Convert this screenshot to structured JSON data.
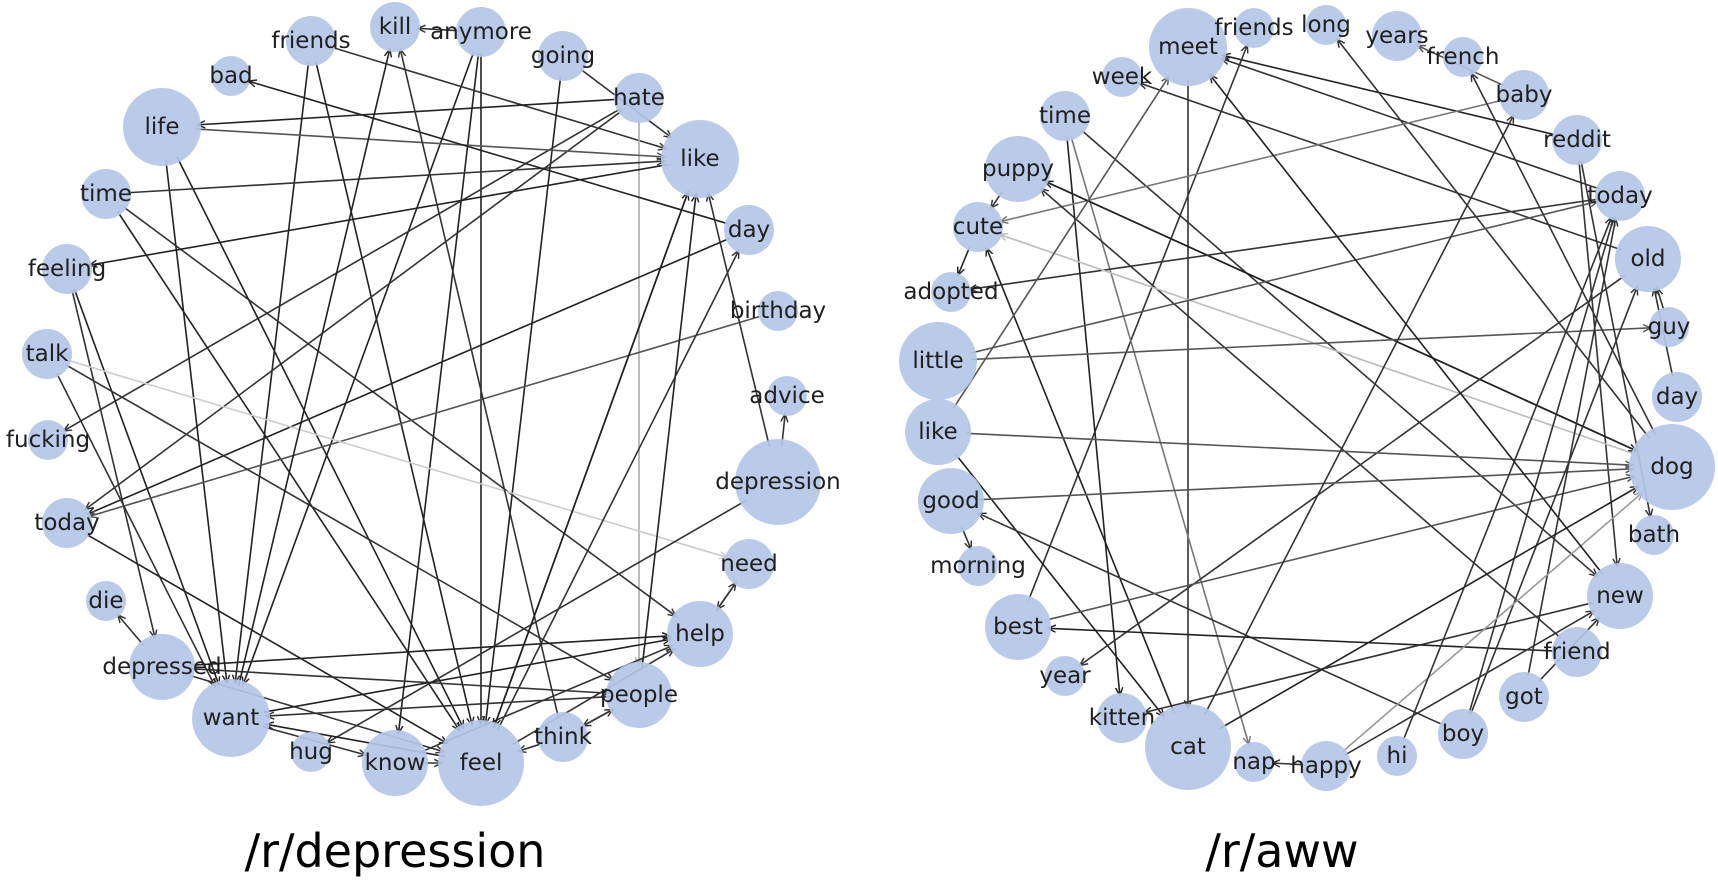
{
  "panels": [
    {
      "id": "depression",
      "title": "/r/depression",
      "nodes": [
        {
          "id": "friends",
          "label": "friends",
          "size": "s"
        },
        {
          "id": "kill",
          "label": "kill",
          "size": "s"
        },
        {
          "id": "anymore",
          "label": "anymore",
          "size": "s"
        },
        {
          "id": "going",
          "label": "going",
          "size": "s"
        },
        {
          "id": "bad",
          "label": "bad",
          "size": "xs"
        },
        {
          "id": "hate",
          "label": "hate",
          "size": "s"
        },
        {
          "id": "life",
          "label": "life",
          "size": "l"
        },
        {
          "id": "like",
          "label": "like",
          "size": "l"
        },
        {
          "id": "time",
          "label": "time",
          "size": "s"
        },
        {
          "id": "day",
          "label": "day",
          "size": "s"
        },
        {
          "id": "feeling",
          "label": "feeling",
          "size": "s"
        },
        {
          "id": "birthday",
          "label": "birthday",
          "size": "xs"
        },
        {
          "id": "talk",
          "label": "talk",
          "size": "s"
        },
        {
          "id": "advice",
          "label": "advice",
          "size": "xs"
        },
        {
          "id": "fucking",
          "label": "fucking",
          "size": "xs"
        },
        {
          "id": "depression",
          "label": "depression",
          "size": "xl"
        },
        {
          "id": "today",
          "label": "today",
          "size": "s"
        },
        {
          "id": "need",
          "label": "need",
          "size": "s"
        },
        {
          "id": "die",
          "label": "die",
          "size": "xs"
        },
        {
          "id": "help",
          "label": "help",
          "size": "m"
        },
        {
          "id": "depressed",
          "label": "depressed",
          "size": "m"
        },
        {
          "id": "people",
          "label": "people",
          "size": "m"
        },
        {
          "id": "want",
          "label": "want",
          "size": "l"
        },
        {
          "id": "think",
          "label": "think",
          "size": "s"
        },
        {
          "id": "hug",
          "label": "hug",
          "size": "xs"
        },
        {
          "id": "know",
          "label": "know",
          "size": "m"
        },
        {
          "id": "feel",
          "label": "feel",
          "size": "xl"
        }
      ],
      "edges": [
        {
          "from": "anymore",
          "to": "kill",
          "shade": "#333333"
        },
        {
          "from": "anymore",
          "to": "want",
          "shade": "#222222"
        },
        {
          "from": "anymore",
          "to": "feel",
          "shade": "#222222"
        },
        {
          "from": "anymore",
          "to": "know",
          "shade": "#222222"
        },
        {
          "from": "friends",
          "to": "like",
          "shade": "#333333"
        },
        {
          "from": "friends",
          "to": "feel",
          "shade": "#222222"
        },
        {
          "from": "friends",
          "to": "want",
          "shade": "#222222"
        },
        {
          "from": "going",
          "to": "feel",
          "shade": "#222222"
        },
        {
          "from": "going",
          "to": "like",
          "shade": "#333333"
        },
        {
          "from": "hate",
          "to": "life",
          "shade": "#222222"
        },
        {
          "from": "hate",
          "to": "today",
          "shade": "#333333"
        },
        {
          "from": "hate",
          "to": "fucking",
          "shade": "#333333"
        },
        {
          "from": "hate",
          "to": "people",
          "shade": "#aaaaaa"
        },
        {
          "from": "life",
          "to": "like",
          "shade": "#555555"
        },
        {
          "from": "life",
          "to": "want",
          "shade": "#222222"
        },
        {
          "from": "life",
          "to": "feel",
          "shade": "#222222"
        },
        {
          "from": "time",
          "to": "like",
          "shade": "#333333"
        },
        {
          "from": "time",
          "to": "feel",
          "shade": "#222222"
        },
        {
          "from": "time",
          "to": "help",
          "shade": "#333333"
        },
        {
          "from": "like",
          "to": "feeling",
          "shade": "#222222"
        },
        {
          "from": "day",
          "to": "bad",
          "shade": "#222222"
        },
        {
          "from": "day",
          "to": "today",
          "shade": "#222222"
        },
        {
          "from": "feeling",
          "to": "want",
          "shade": "#222222"
        },
        {
          "from": "feeling",
          "to": "depressed",
          "shade": "#333333"
        },
        {
          "from": "birthday",
          "to": "today",
          "shade": "#555555"
        },
        {
          "from": "talk",
          "to": "need",
          "shade": "#cccccc"
        },
        {
          "from": "talk",
          "to": "want",
          "shade": "#333333"
        },
        {
          "from": "talk",
          "to": "people",
          "shade": "#333333"
        },
        {
          "from": "depression",
          "to": "advice",
          "shade": "#333333"
        },
        {
          "from": "depression",
          "to": "like",
          "shade": "#333333"
        },
        {
          "from": "depression",
          "to": "hug",
          "shade": "#333333"
        },
        {
          "from": "today",
          "to": "feel",
          "shade": "#222222"
        },
        {
          "from": "need",
          "to": "help",
          "shade": "#333333"
        },
        {
          "from": "help",
          "to": "need",
          "shade": "#333333"
        },
        {
          "from": "depressed",
          "to": "die",
          "shade": "#333333"
        },
        {
          "from": "depressed",
          "to": "help",
          "shade": "#222222"
        },
        {
          "from": "depressed",
          "to": "people",
          "shade": "#333333"
        },
        {
          "from": "depressed",
          "to": "feel",
          "shade": "#333333"
        },
        {
          "from": "people",
          "to": "like",
          "shade": "#222222"
        },
        {
          "from": "want",
          "to": "help",
          "shade": "#222222"
        },
        {
          "from": "want",
          "to": "kill",
          "shade": "#222222"
        },
        {
          "from": "want",
          "to": "know",
          "shade": "#333333"
        },
        {
          "from": "think",
          "to": "people",
          "shade": "#333333"
        },
        {
          "from": "think",
          "to": "kill",
          "shade": "#333333"
        },
        {
          "from": "people",
          "to": "think",
          "shade": "#333333"
        },
        {
          "from": "people",
          "to": "want",
          "shade": "#333333"
        },
        {
          "from": "know",
          "to": "feel",
          "shade": "#333333"
        },
        {
          "from": "know",
          "to": "help",
          "shade": "#333333"
        },
        {
          "from": "feel",
          "to": "like",
          "shade": "#222222"
        },
        {
          "from": "feel",
          "to": "want",
          "shade": "#222222"
        },
        {
          "from": "feel",
          "to": "day",
          "shade": "#333333"
        },
        {
          "from": "feel",
          "to": "help",
          "shade": "#333333"
        },
        {
          "from": "think",
          "to": "feel",
          "shade": "#333333"
        },
        {
          "from": "like",
          "to": "feel",
          "shade": "#222222"
        }
      ]
    },
    {
      "id": "aww",
      "title": "/r/aww",
      "nodes": [
        {
          "id": "meet",
          "label": "meet",
          "size": "l"
        },
        {
          "id": "friends",
          "label": "friends",
          "size": "xs"
        },
        {
          "id": "long",
          "label": "long",
          "size": "xs"
        },
        {
          "id": "years",
          "label": "years",
          "size": "s"
        },
        {
          "id": "french",
          "label": "french",
          "size": "xs"
        },
        {
          "id": "week",
          "label": "week",
          "size": "xs"
        },
        {
          "id": "time",
          "label": "time",
          "size": "s"
        },
        {
          "id": "baby",
          "label": "baby",
          "size": "s"
        },
        {
          "id": "reddit",
          "label": "reddit",
          "size": "s"
        },
        {
          "id": "puppy",
          "label": "puppy",
          "size": "m"
        },
        {
          "id": "today",
          "label": "today",
          "size": "s"
        },
        {
          "id": "cute",
          "label": "cute",
          "size": "s"
        },
        {
          "id": "old",
          "label": "old",
          "size": "m"
        },
        {
          "id": "adopted",
          "label": "adopted",
          "size": "xs"
        },
        {
          "id": "guy",
          "label": "guy",
          "size": "xs"
        },
        {
          "id": "little",
          "label": "little",
          "size": "l"
        },
        {
          "id": "day",
          "label": "day",
          "size": "s"
        },
        {
          "id": "like",
          "label": "like",
          "size": "m"
        },
        {
          "id": "dog",
          "label": "dog",
          "size": "xl"
        },
        {
          "id": "good",
          "label": "good",
          "size": "m"
        },
        {
          "id": "bath",
          "label": "bath",
          "size": "xs"
        },
        {
          "id": "morning",
          "label": "morning",
          "size": "xs"
        },
        {
          "id": "new",
          "label": "new",
          "size": "m"
        },
        {
          "id": "best",
          "label": "best",
          "size": "m"
        },
        {
          "id": "friend",
          "label": "friend",
          "size": "s"
        },
        {
          "id": "year",
          "label": "year",
          "size": "xs"
        },
        {
          "id": "got",
          "label": "got",
          "size": "s"
        },
        {
          "id": "kitten",
          "label": "kitten",
          "size": "s"
        },
        {
          "id": "boy",
          "label": "boy",
          "size": "s"
        },
        {
          "id": "cat",
          "label": "cat",
          "size": "xl"
        },
        {
          "id": "nap",
          "label": "nap",
          "size": "xs"
        },
        {
          "id": "happy",
          "label": "happy",
          "size": "s"
        },
        {
          "id": "hi",
          "label": "hi",
          "size": "xs"
        }
      ],
      "edges": [
        {
          "from": "meet",
          "to": "cat",
          "shade": "#333333"
        },
        {
          "from": "today",
          "to": "meet",
          "shade": "#333333"
        },
        {
          "from": "reddit",
          "to": "meet",
          "shade": "#222222"
        },
        {
          "from": "best",
          "to": "friends",
          "shade": "#333333"
        },
        {
          "from": "dog",
          "to": "long",
          "shade": "#333333"
        },
        {
          "from": "baby",
          "to": "years",
          "shade": "#555555"
        },
        {
          "from": "old",
          "to": "week",
          "shade": "#333333"
        },
        {
          "from": "time",
          "to": "kitten",
          "shade": "#222222"
        },
        {
          "from": "time",
          "to": "nap",
          "shade": "#777777"
        },
        {
          "from": "time",
          "to": "new",
          "shade": "#333333"
        },
        {
          "from": "baby",
          "to": "cute",
          "shade": "#777777"
        },
        {
          "from": "reddit",
          "to": "new",
          "shade": "#333333"
        },
        {
          "from": "puppy",
          "to": "cute",
          "shade": "#333333"
        },
        {
          "from": "puppy",
          "to": "dog",
          "shade": "#222222"
        },
        {
          "from": "dog",
          "to": "puppy",
          "shade": "#222222"
        },
        {
          "from": "friend",
          "to": "puppy",
          "shade": "#333333"
        },
        {
          "from": "today",
          "to": "adopted",
          "shade": "#333333"
        },
        {
          "from": "cute",
          "to": "adopted",
          "shade": "#222222"
        },
        {
          "from": "dog",
          "to": "cute",
          "shade": "#bbbbbb"
        },
        {
          "from": "cat",
          "to": "cute",
          "shade": "#222222"
        },
        {
          "from": "little",
          "to": "today",
          "shade": "#555555"
        },
        {
          "from": "little",
          "to": "guy",
          "shade": "#555555"
        },
        {
          "from": "old",
          "to": "year",
          "shade": "#333333"
        },
        {
          "from": "guy",
          "to": "old",
          "shade": "#333333"
        },
        {
          "from": "day",
          "to": "old",
          "shade": "#333333"
        },
        {
          "from": "like",
          "to": "dog",
          "shade": "#555555"
        },
        {
          "from": "like",
          "to": "cat",
          "shade": "#222222"
        },
        {
          "from": "like",
          "to": "meet",
          "shade": "#555555"
        },
        {
          "from": "good",
          "to": "dog",
          "shade": "#555555"
        },
        {
          "from": "good",
          "to": "morning",
          "shade": "#333333"
        },
        {
          "from": "boy",
          "to": "good",
          "shade": "#333333"
        },
        {
          "from": "reddit",
          "to": "bath",
          "shade": "#333333"
        },
        {
          "from": "best",
          "to": "dog",
          "shade": "#555555"
        },
        {
          "from": "friend",
          "to": "best",
          "shade": "#222222"
        },
        {
          "from": "got",
          "to": "today",
          "shade": "#333333"
        },
        {
          "from": "got",
          "to": "new",
          "shade": "#333333"
        },
        {
          "from": "boy",
          "to": "old",
          "shade": "#333333"
        },
        {
          "from": "boy",
          "to": "today",
          "shade": "#333333"
        },
        {
          "from": "new",
          "to": "kitten",
          "shade": "#333333"
        },
        {
          "from": "cat",
          "to": "baby",
          "shade": "#333333"
        },
        {
          "from": "cat",
          "to": "dog",
          "shade": "#222222"
        },
        {
          "from": "happy",
          "to": "dog",
          "shade": "#999999"
        },
        {
          "from": "happy",
          "to": "nap",
          "shade": "#333333"
        },
        {
          "from": "hi",
          "to": "today",
          "shade": "#333333"
        },
        {
          "from": "happy",
          "to": "new",
          "shade": "#333333"
        },
        {
          "from": "new",
          "to": "meet",
          "shade": "#222222"
        },
        {
          "from": "dog",
          "to": "french",
          "shade": "#333333"
        }
      ]
    }
  ]
}
